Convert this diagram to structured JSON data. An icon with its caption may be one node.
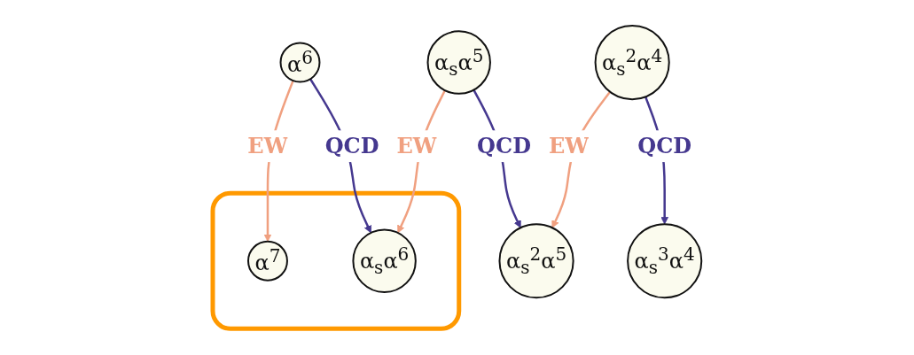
{
  "diagram": {
    "nodes": [
      {
        "text": [
          "α$^{6}$"
        ]
      },
      {
        "text": [
          "α$_{s}$α$^{5}$"
        ]
      },
      {
        "text": [
          "α$_{s}$$^{2}$α$^{4}$"
        ]
      },
      {
        "text": [],
        "shape": "box"
      },
      {
        "text": [
          "α$^{7}$"
        ],
        "in": 3
      },
      {
        "text": [
          "α$_{s}$α$^{6}$"
        ],
        "in": 3
      },
      {
        "text": [
          "α$_{s}$$^{2}$α$^{5}$"
        ]
      },
      {
        "text": [
          "α$_{s}$$^{3}$α$^{4}$"
        ]
      }
    ],
    "edges": [
      {
        "from": 0,
        "to": 4,
        "arrow": "to",
        "label": "EW",
        "color": "#f0a080"
      },
      {
        "from": 0,
        "to": 5,
        "arrow": "to",
        "label": "QCD",
        "color": "#45388f"
      },
      {
        "from": 1,
        "to": 5,
        "arrow": "to",
        "label": "EW",
        "color": "#f0a080"
      },
      {
        "from": 1,
        "to": 6,
        "arrow": "to",
        "label": "QCD",
        "color": "#45388f"
      },
      {
        "from": 2,
        "to": 6,
        "arrow": "to",
        "label": "EW",
        "color": "#f0a080"
      },
      {
        "from": 2,
        "to": 7,
        "arrow": "to",
        "label": "QCD",
        "color": "#45388f"
      }
    ]
  }
}
